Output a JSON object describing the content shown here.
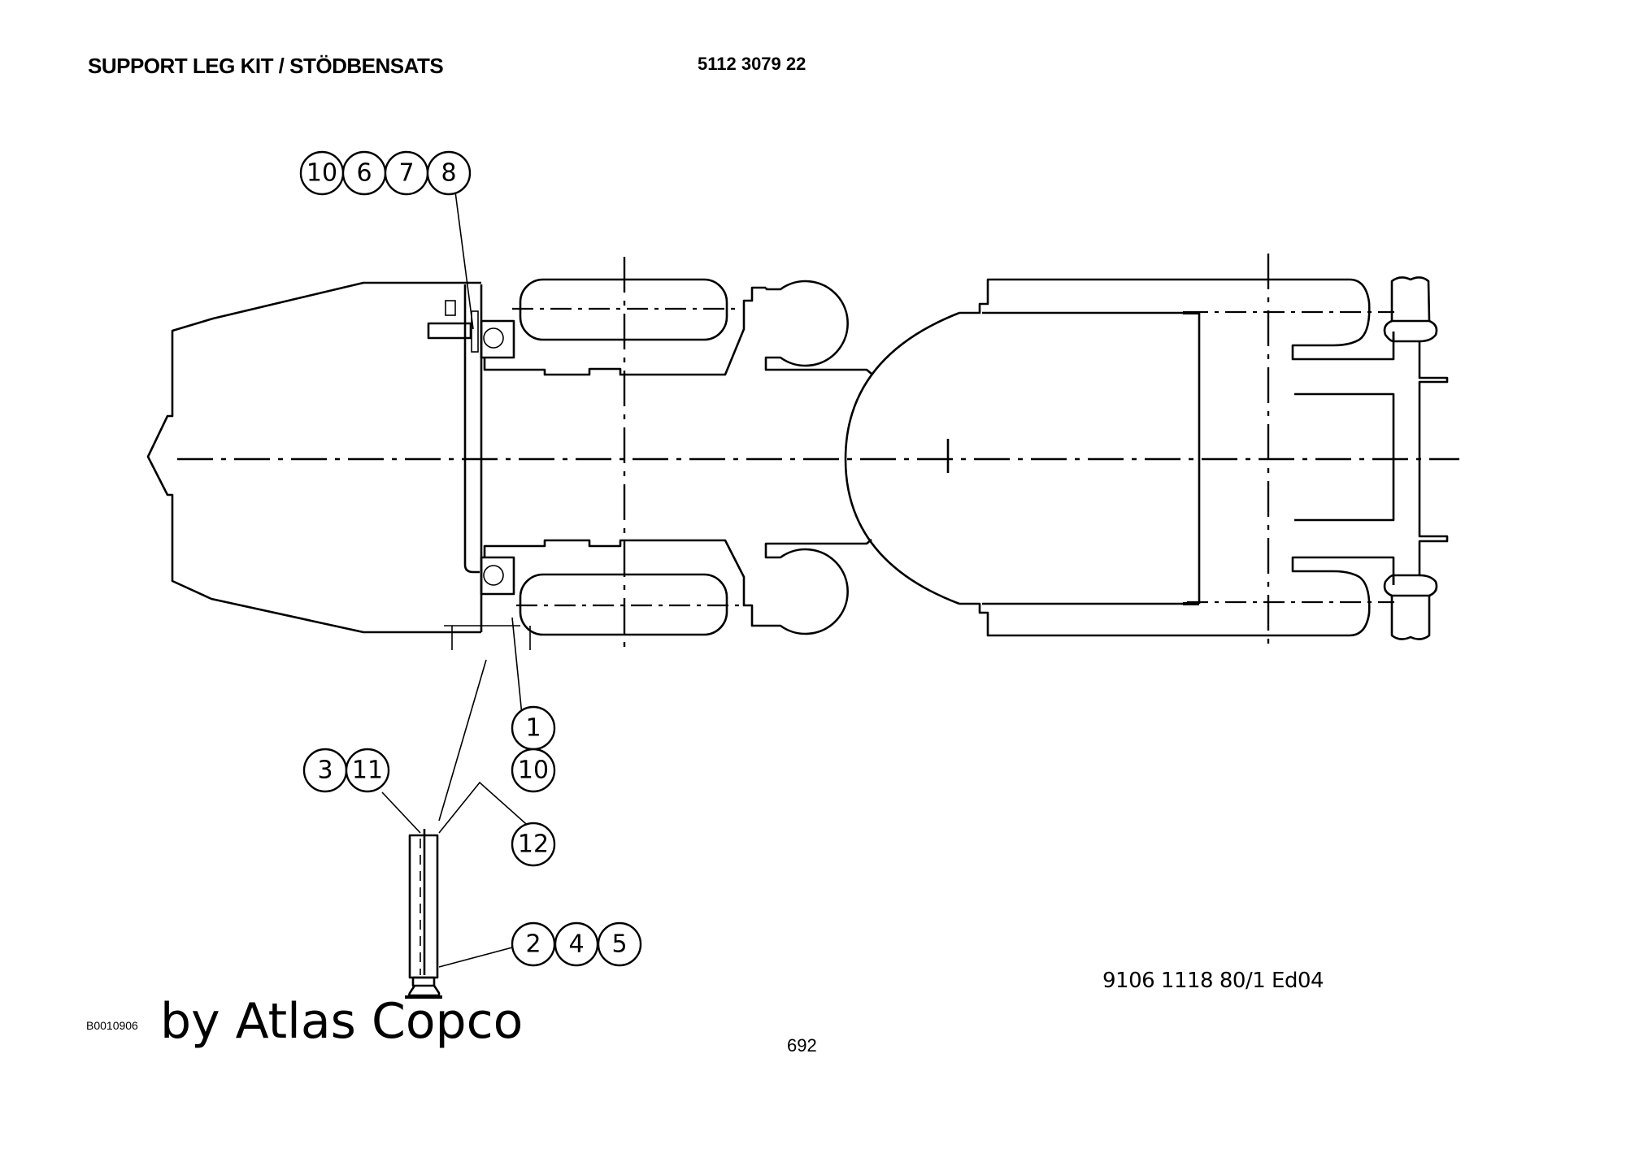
{
  "header": {
    "title": "SUPPORT LEG KIT / STÖDBENSATS",
    "part_number": "5112 3079 22"
  },
  "footer": {
    "document_ref": "9106 1118 80/1  Ed04",
    "image_id": "B0010906",
    "brand": "by Atlas Copco",
    "page_number": "692"
  },
  "balloons": {
    "top_group": [
      "10",
      "6",
      "7",
      "8"
    ],
    "right_stack": [
      "1",
      "10"
    ],
    "leg_top_group": [
      "3",
      "11"
    ],
    "leg_side": [
      "12"
    ],
    "leg_bottom_group": [
      "2",
      "4",
      "5"
    ]
  }
}
